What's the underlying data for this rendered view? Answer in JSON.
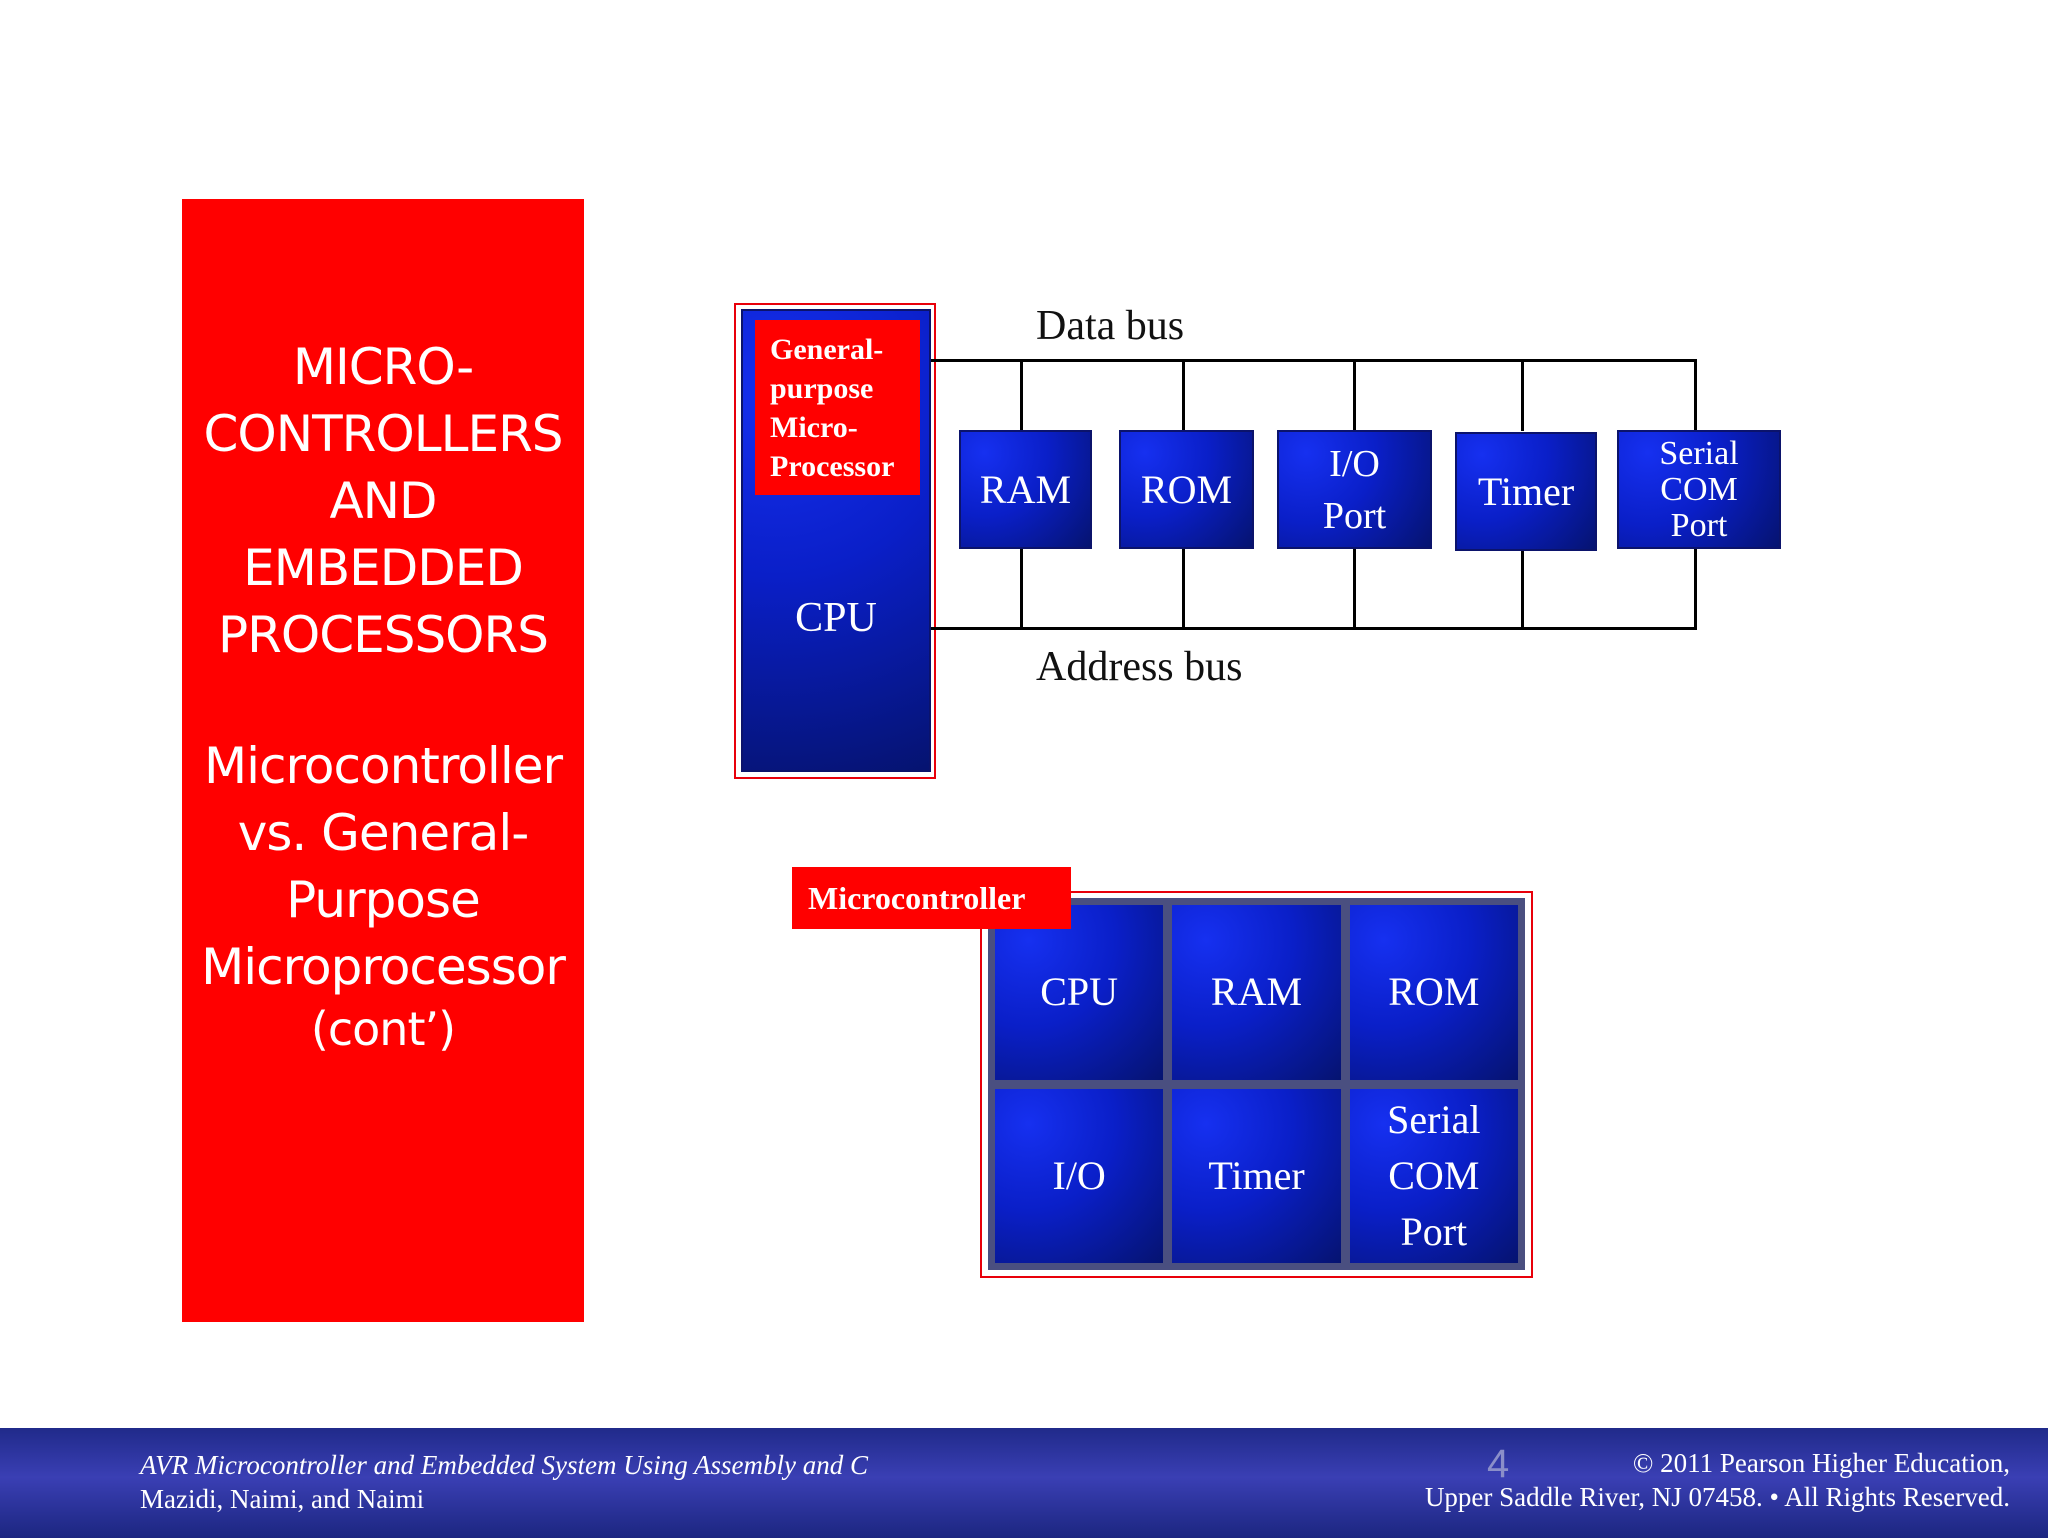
{
  "title_panel": {
    "heading": [
      "MICRO-",
      "CONTROLLERS",
      "AND",
      "EMBEDDED",
      "PROCESSORS"
    ],
    "subtitle": [
      "Microcontroller",
      "vs. General-",
      "Purpose",
      "Microprocessor"
    ],
    "cont": "(cont’)"
  },
  "gp_diagram": {
    "cpu_label_lines": [
      "General-",
      "purpose",
      "Micro-",
      "Processor"
    ],
    "cpu": "CPU",
    "data_bus": "Data bus",
    "address_bus": "Address bus",
    "components": [
      {
        "lines": [
          "RAM"
        ]
      },
      {
        "lines": [
          "ROM"
        ]
      },
      {
        "lines": [
          "I/O",
          "Port"
        ]
      },
      {
        "lines": [
          "Timer"
        ]
      },
      {
        "lines": [
          "Serial",
          "COM",
          "Port"
        ]
      }
    ]
  },
  "mc_diagram": {
    "label": "Microcontroller",
    "cells": [
      {
        "lines": [
          "CPU"
        ]
      },
      {
        "lines": [
          "RAM"
        ]
      },
      {
        "lines": [
          "ROM"
        ]
      },
      {
        "lines": [
          "I/O"
        ]
      },
      {
        "lines": [
          "Timer"
        ]
      },
      {
        "lines": [
          "Serial",
          "COM",
          "Port"
        ]
      }
    ]
  },
  "footer": {
    "book_title": "AVR Microcontroller and Embedded System Using Assembly and C",
    "authors": "Mazidi, Naimi, and Naimi",
    "page_number": "4",
    "copyright_line1": "© 2011   Pearson Higher Education,",
    "copyright_line2": "Upper Saddle River, NJ 07458. • All Rights Reserved."
  }
}
